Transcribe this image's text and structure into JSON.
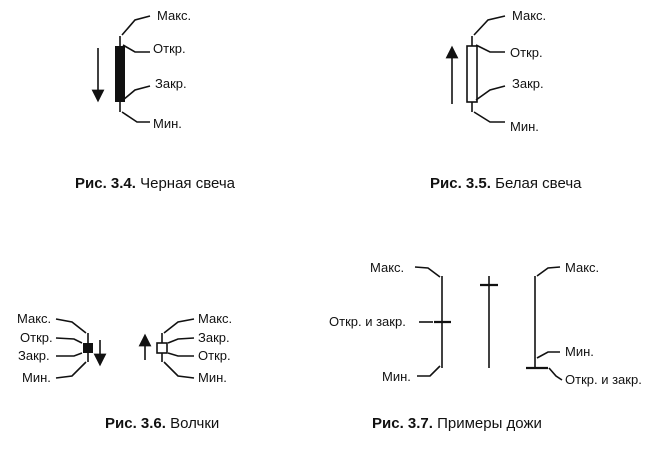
{
  "fig_3_4": {
    "caption_num": "Рис. 3.4.",
    "caption_text": " Черная свеча",
    "labels": {
      "high": "Макс.",
      "open": "Откр.",
      "close": "Закр.",
      "low": "Мин."
    }
  },
  "fig_3_5": {
    "caption_num": "Рис. 3.5.",
    "caption_text": " Белая свеча",
    "labels": {
      "high": "Макс.",
      "open": "Откр.",
      "close": "Закр.",
      "low": "Мин."
    }
  },
  "fig_3_6": {
    "caption_num": "Рис. 3.6.",
    "caption_text": " Волчки",
    "left_labels": {
      "high": "Макс.",
      "open": "Откр.",
      "close": "Закр.",
      "low": "Мин."
    },
    "right_labels": {
      "high": "Макс.",
      "close": "Закр.",
      "open": "Откр.",
      "low": "Мин."
    }
  },
  "fig_3_7": {
    "caption_num": "Рис. 3.7.",
    "caption_text": " Примеры дожи",
    "left_labels": {
      "high": "Макс.",
      "open_close": "Откр. и закр.",
      "low": "Мин."
    },
    "right_labels": {
      "high": "Макс.",
      "low": "Мин.",
      "open_close": "Откр. и закр."
    }
  },
  "colors": {
    "ink": "#111111",
    "background": "#ffffff"
  }
}
